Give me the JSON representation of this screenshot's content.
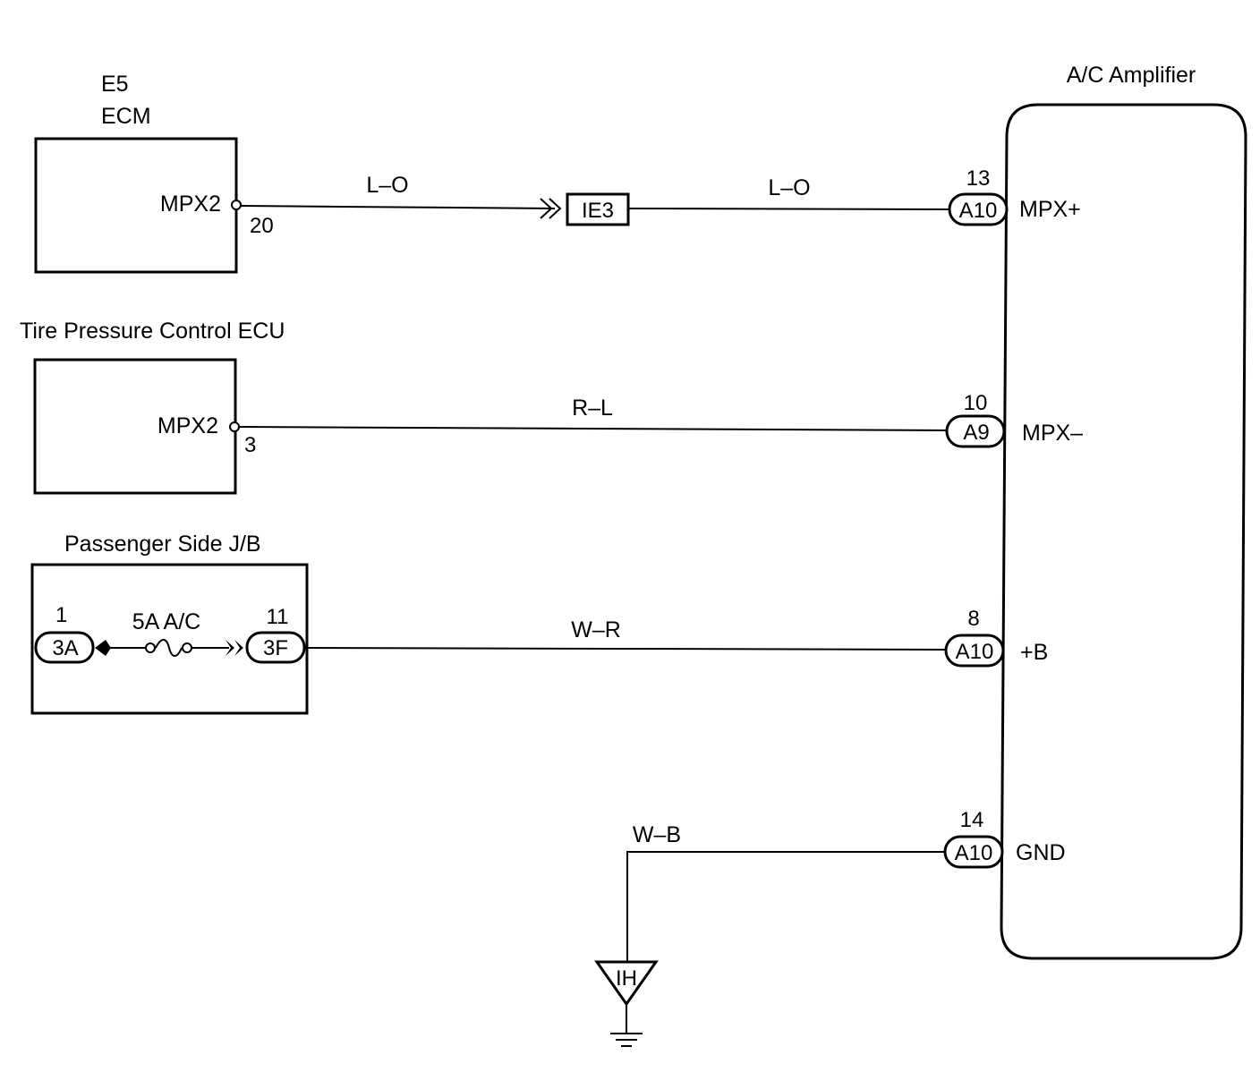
{
  "ecm": {
    "code": "E5",
    "name": "ECM",
    "pin_name": "MPX2",
    "pin_no": "20"
  },
  "tpc": {
    "name": "Tire Pressure Control ECU",
    "pin_name": "MPX2",
    "pin_no": "3"
  },
  "jb": {
    "name": "Passenger Side J/B",
    "left_pin": "1",
    "left_conn": "3A",
    "fuse": "5A A/C",
    "right_pin": "11",
    "right_conn": "3F"
  },
  "junction": {
    "label": "IE3"
  },
  "ground": {
    "label": "IH"
  },
  "amp": {
    "name": "A/C Amplifier",
    "pins": [
      {
        "no": "13",
        "conn": "A10",
        "name": "MPX+"
      },
      {
        "no": "10",
        "conn": "A9",
        "name": "MPX–"
      },
      {
        "no": "8",
        "conn": "A10",
        "name": "+B"
      },
      {
        "no": "14",
        "conn": "A10",
        "name": "GND"
      }
    ]
  },
  "wires": {
    "ecm_to_ie3": "L–O",
    "ie3_to_amp": "L–O",
    "tpc_to_amp": "R–L",
    "jb_to_amp": "W–R",
    "gnd": "W–B"
  }
}
